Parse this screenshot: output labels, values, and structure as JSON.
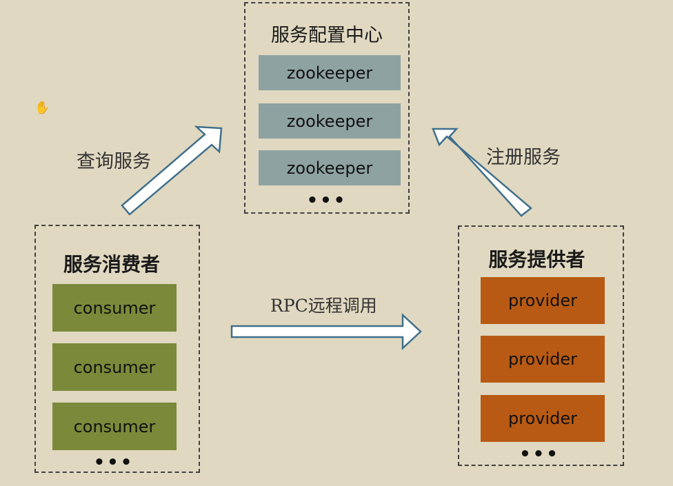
{
  "config_center": {
    "title": "服务配置中心",
    "nodes": [
      "zookeeper",
      "zookeeper",
      "zookeeper"
    ],
    "ellipsis": "•••",
    "node_color": "#8fa2a2"
  },
  "consumer_group": {
    "title": "服务消费者",
    "nodes": [
      "consumer",
      "consumer",
      "consumer"
    ],
    "ellipsis": "•••",
    "node_color": "#7a8a3a"
  },
  "provider_group": {
    "title": "服务提供者",
    "nodes": [
      "provider",
      "provider",
      "provider"
    ],
    "ellipsis": "•••",
    "node_color": "#b85a14"
  },
  "edges": {
    "query": "查询服务",
    "register": "注册服务",
    "rpc": "RPC远程调用"
  },
  "arrow_stroke_color": "#3f6f8c",
  "cursor_icon": "hand-cursor-icon"
}
